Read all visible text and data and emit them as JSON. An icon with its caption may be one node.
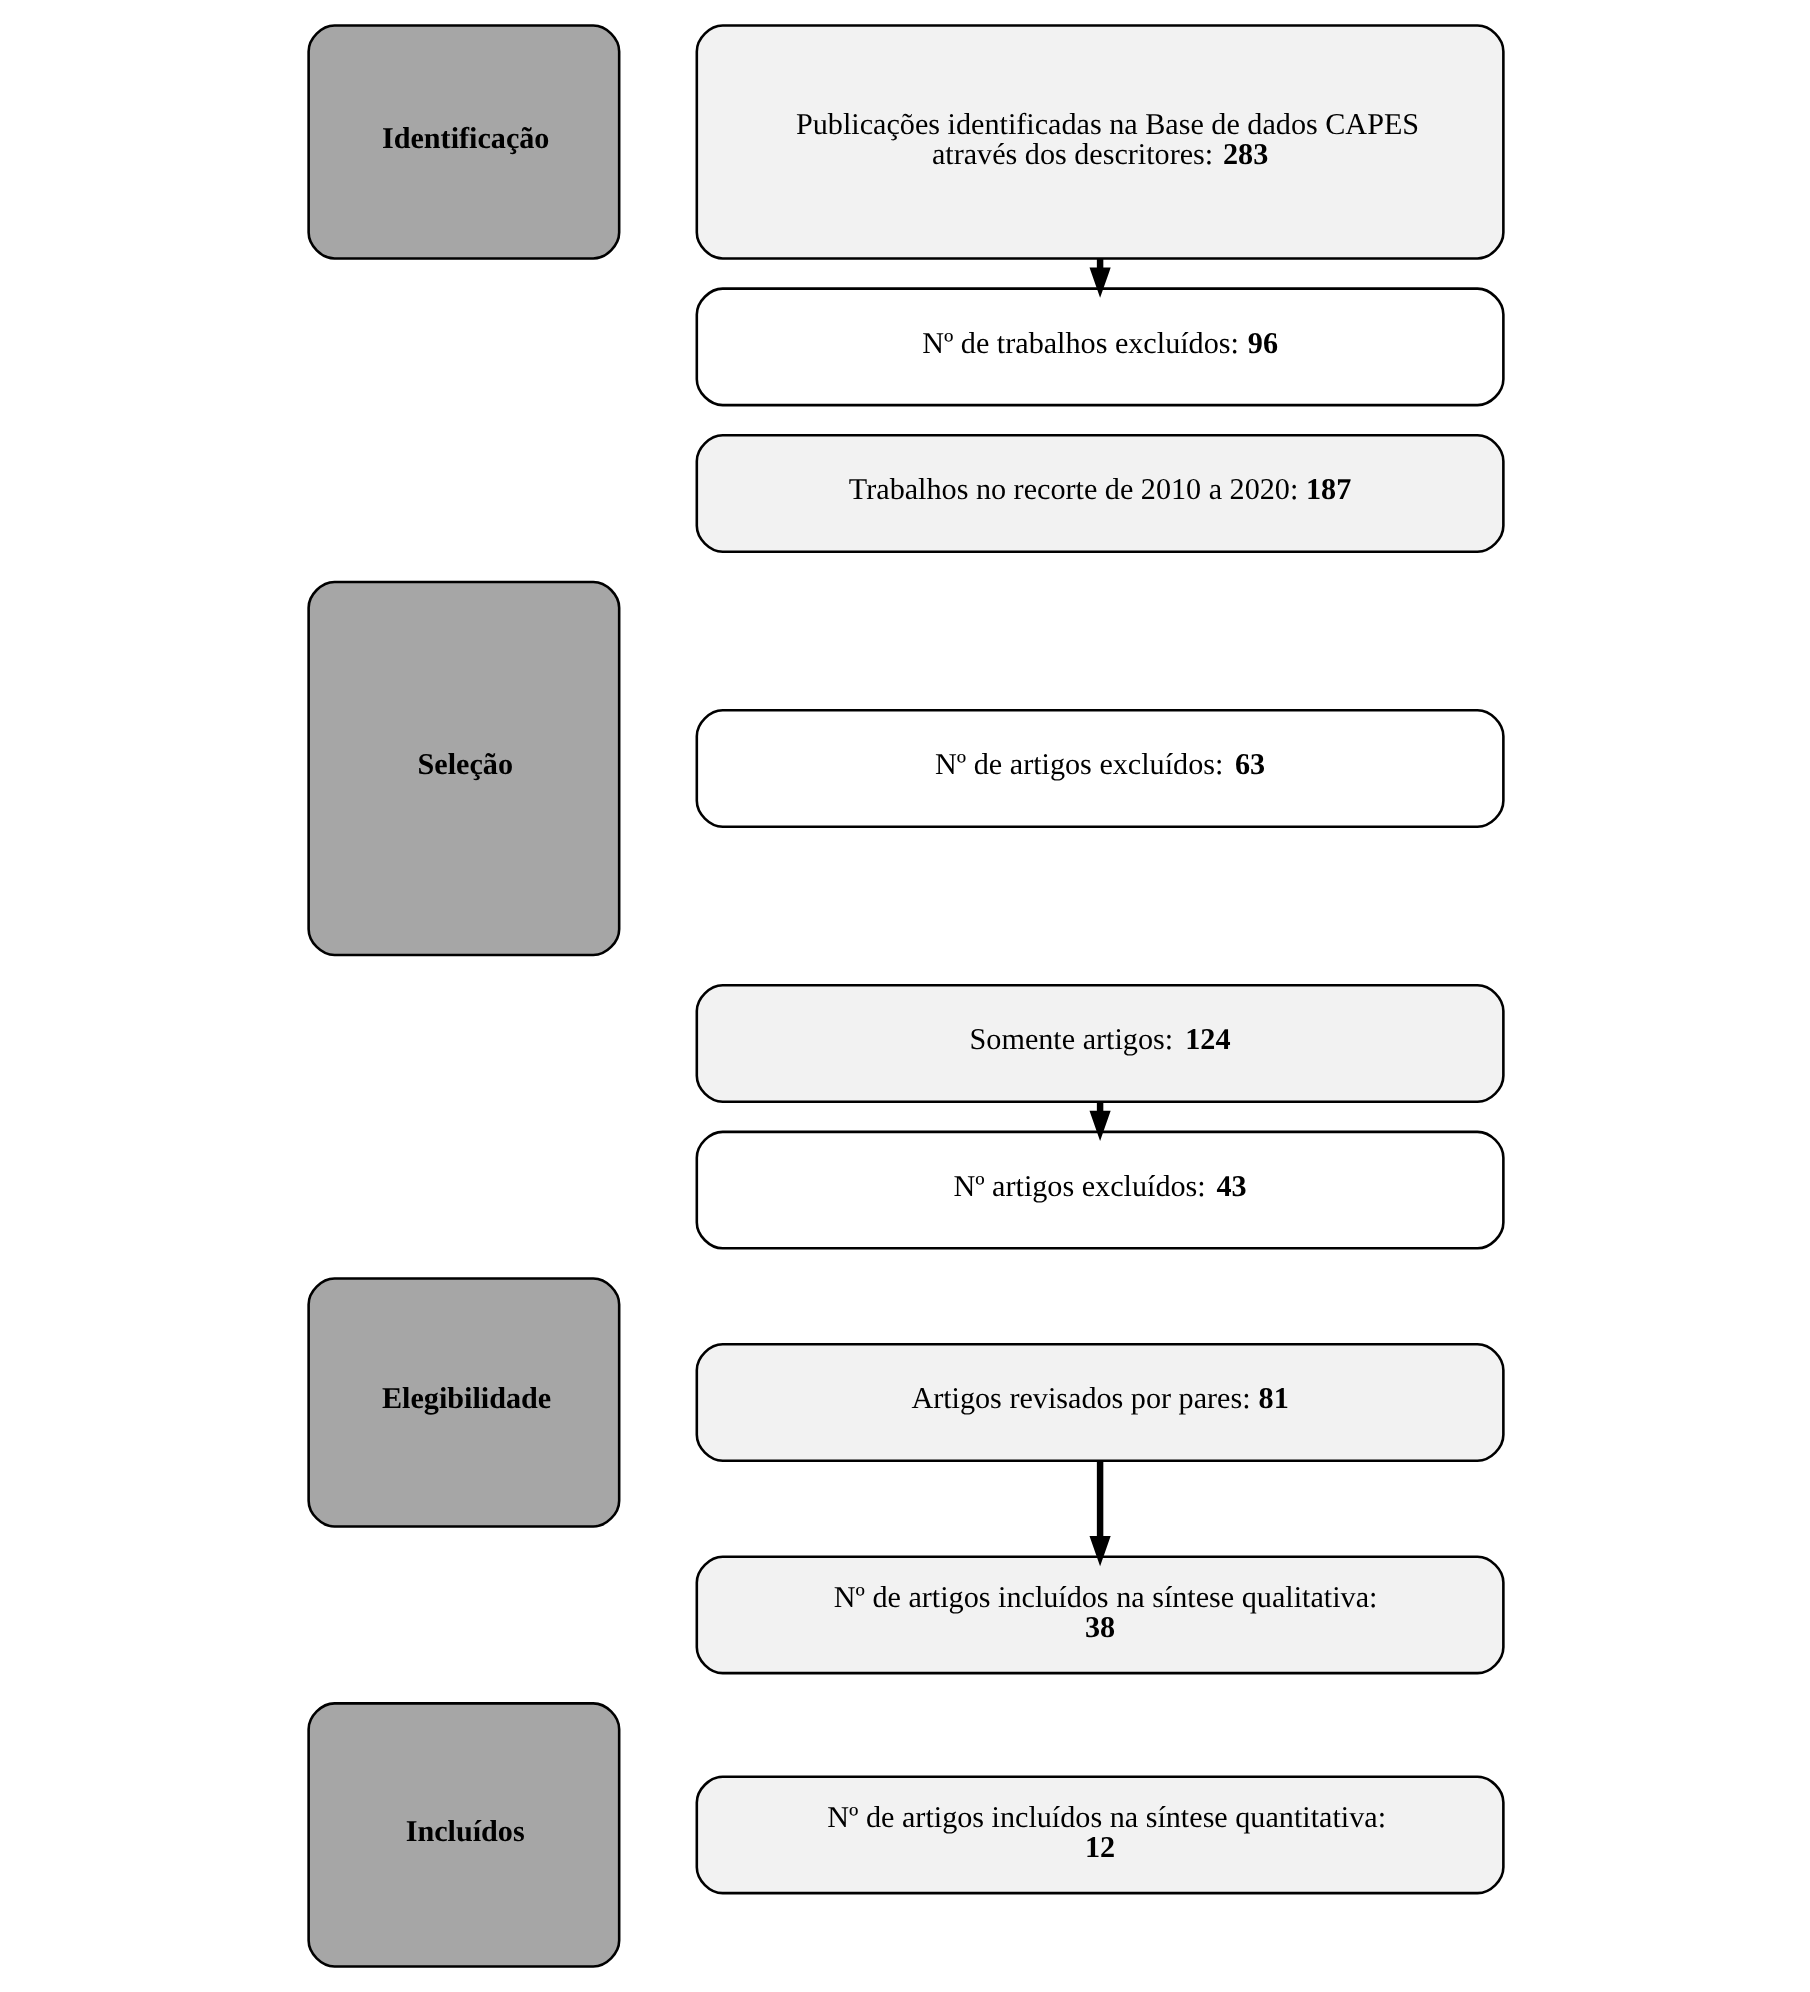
{
  "diagram": {
    "nodes": [
      {
        "text": [
          "Identificação"
        ]
      },
      {
        "text": [
          "Publicações identificadas na Base de dados CAPES através dos descritores: **283**"
        ]
      },
      {
        "text": [
          "Seleção"
        ]
      },
      {
        "text": [
          "Nº de trabalhos excluídos: **96**"
        ]
      },
      {
        "text": [
          "Trabalhos no recorte de 2010 a 2020: **187**"
        ]
      },
      {
        "text": [
          "Nº de artigos excluídos: **63**"
        ]
      },
      {
        "text": [
          "Somente artigos: **124**"
        ]
      },
      {
        "text": [
          "Elegibilidade"
        ]
      },
      {
        "text": [
          "Nº artigos excluídos: **43**"
        ]
      },
      {
        "text": [
          "Artigos revisados por pares: **81**"
        ]
      },
      {
        "text": [
          "Incluídos"
        ]
      },
      {
        "text": [
          "Nº de artigos incluídos na síntese qualitativa: **38**"
        ]
      },
      {
        "text": [
          "Nº de artigos incluídos na síntese quantitativa: **12**"
        ]
      }
    ],
    "edges": [
      {
        "from": 1,
        "to": 3,
        "arrow": "to"
      },
      {
        "from": 6,
        "to": 8,
        "arrow": "to"
      },
      {
        "from": 9,
        "to": 11,
        "arrow": "to"
      }
    ]
  }
}
